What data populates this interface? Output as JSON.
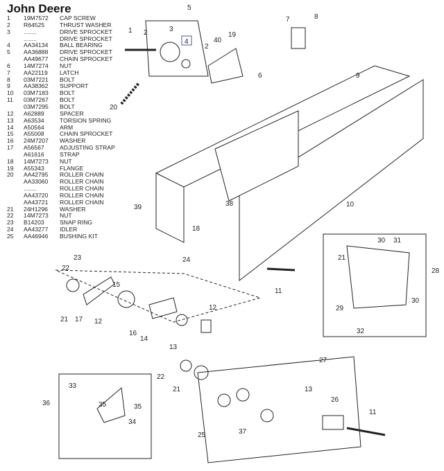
{
  "title": "John Deere",
  "parts": [
    {
      "n": "1",
      "p": "19M7572",
      "d": "CAP SCREW"
    },
    {
      "n": "2",
      "p": "R64525",
      "d": "THRUST WASHER"
    },
    {
      "n": "3",
      "p": "........",
      "d": "DRIVE SPROCKET"
    },
    {
      "n": "",
      "p": "........",
      "d": "DRIVE SPROCKET"
    },
    {
      "n": "4",
      "p": "AA34134",
      "d": "BALL BEARING"
    },
    {
      "n": "5",
      "p": "AA36888",
      "d": "DRIVE SPROCKET"
    },
    {
      "n": "",
      "p": "AA49677",
      "d": "CHAIN SPROCKET"
    },
    {
      "n": "6",
      "p": "14M7274",
      "d": "NUT"
    },
    {
      "n": "7",
      "p": "AA22119",
      "d": "LATCH"
    },
    {
      "n": "8",
      "p": "03M7221",
      "d": "BOLT"
    },
    {
      "n": "9",
      "p": "AA38362",
      "d": "SUPPORT"
    },
    {
      "n": "10",
      "p": "03M7183",
      "d": "BOLT"
    },
    {
      "n": "11",
      "p": "03M7267",
      "d": "BOLT"
    },
    {
      "n": "",
      "p": "03M7295",
      "d": "BOLT"
    },
    {
      "n": "12",
      "p": "A62889",
      "d": "SPACER"
    },
    {
      "n": "13",
      "p": "A63534",
      "d": "TORSION SPRING"
    },
    {
      "n": "14",
      "p": "A50564",
      "d": "ARM"
    },
    {
      "n": "15",
      "p": "A55008",
      "d": "CHAIN SPROCKET"
    },
    {
      "n": "16",
      "p": "24M7207",
      "d": "WASHER"
    },
    {
      "n": "17",
      "p": "A56567",
      "d": "ADJUSTING STRAP"
    },
    {
      "n": "",
      "p": "A61616",
      "d": "STRAP"
    },
    {
      "n": "18",
      "p": "14M7273",
      "d": "NUT"
    },
    {
      "n": "19",
      "p": "A55343",
      "d": "FLANGE"
    },
    {
      "n": "20",
      "p": "AA42795",
      "d": "ROLLER CHAIN"
    },
    {
      "n": "",
      "p": "AA33060",
      "d": "ROLLER CHAIN"
    },
    {
      "n": "",
      "p": "........",
      "d": "ROLLER CHAIN"
    },
    {
      "n": "",
      "p": "AA43720",
      "d": "ROLLER CHAIN"
    },
    {
      "n": "",
      "p": "AA43721",
      "d": "ROLLER CHAIN"
    },
    {
      "n": "21",
      "p": "24H1296",
      "d": "WASHER"
    },
    {
      "n": "22",
      "p": "14M7273",
      "d": "NUT"
    },
    {
      "n": "23",
      "p": "B14203",
      "d": "SNAP RING"
    },
    {
      "n": "24",
      "p": "AA43277",
      "d": "IDLER"
    },
    {
      "n": "25",
      "p": "AA46946",
      "d": "BUSHING KIT"
    }
  ],
  "callouts": [
    "5",
    "1",
    "2",
    "3",
    "4",
    "40",
    "2",
    "19",
    "6",
    "7",
    "8",
    "9",
    "20",
    "10",
    "38",
    "39",
    "18",
    "24",
    "23",
    "22",
    "15",
    "21",
    "17",
    "12",
    "16",
    "14",
    "13",
    "12",
    "11",
    "28",
    "30",
    "31",
    "21",
    "29",
    "30",
    "32",
    "27",
    "22",
    "21",
    "13",
    "26",
    "11",
    "33",
    "35",
    "35",
    "34",
    "36",
    "25",
    "37"
  ]
}
